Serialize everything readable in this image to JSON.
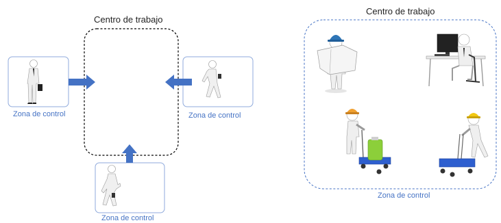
{
  "left_diagram": {
    "title": "Centro de trabajo",
    "control_zones": [
      {
        "label": "Zona de control"
      },
      {
        "label": "Zona de control"
      },
      {
        "label": "Zona de control"
      }
    ]
  },
  "right_diagram": {
    "title": "Centro de trabajo",
    "zone_label": "Zona de control"
  },
  "colors": {
    "arrow": "#4472c4",
    "zone_label": "#4472c4",
    "box_border": "#8faadc",
    "dashed_border_left": "#000000",
    "dashed_border_right": "#4472c4",
    "hard_hat_blue": "#2e75b6",
    "hard_hat_orange": "#f0a030",
    "hard_hat_yellow": "#f2c811",
    "cart_blue": "#2e5fcf",
    "cylinder_green": "#8ccf3a"
  }
}
